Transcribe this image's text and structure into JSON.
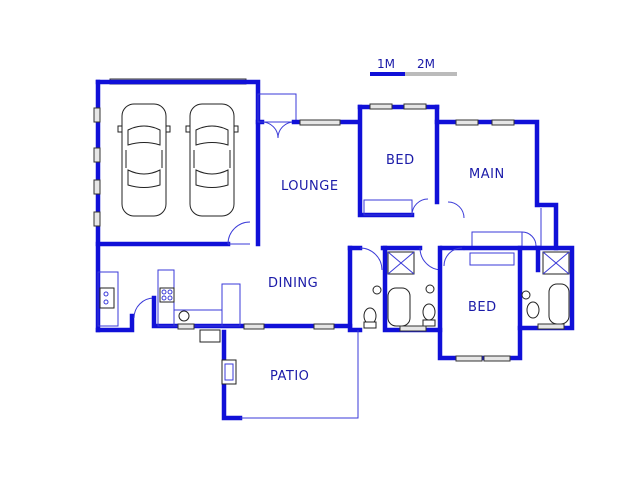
{
  "scale_bar": {
    "label_1": "1M",
    "label_2": "2M"
  },
  "rooms": {
    "lounge": "LOUNGE",
    "bed_1": "BED",
    "main": "MAIN",
    "dining": "DINING",
    "bed_2": "BED",
    "patio": "PATIO"
  },
  "colors": {
    "wall": "#1010d8",
    "label": "#1a1aa8",
    "scale_light": "#bbbbbb"
  }
}
